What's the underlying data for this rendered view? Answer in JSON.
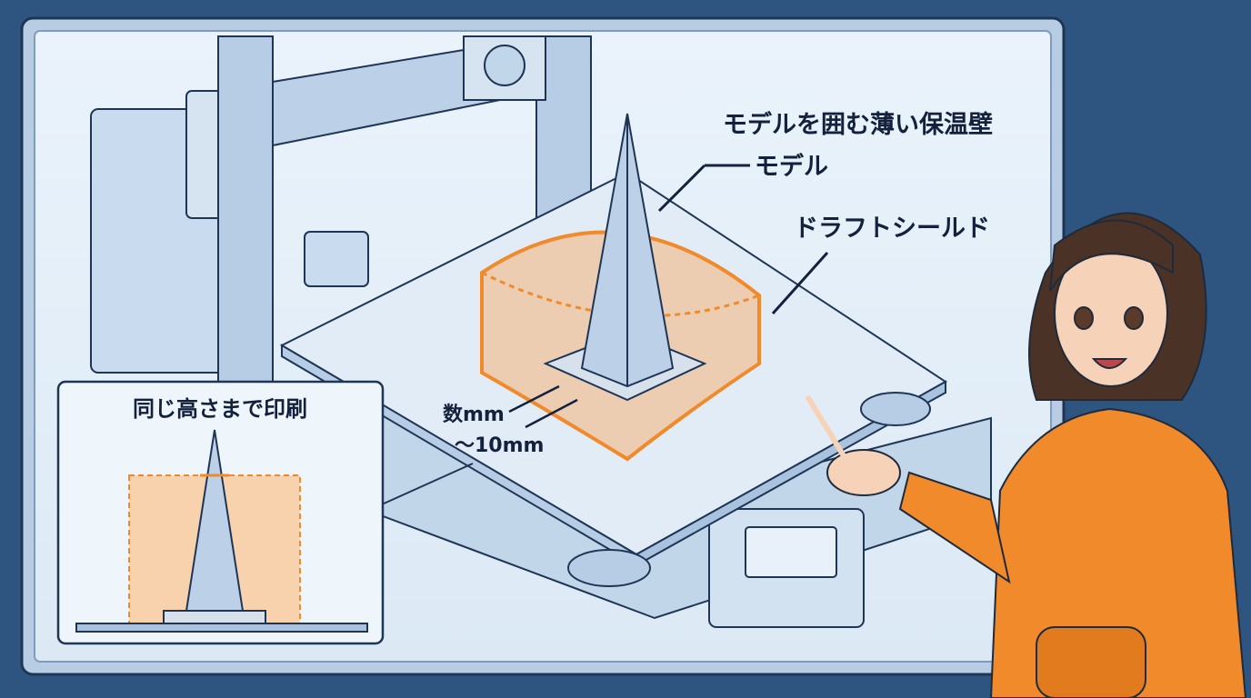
{
  "labels": {
    "caption_top": "モデルを囲む薄い保温壁",
    "model": "モデル",
    "draft_shield": "ドラフトシールド",
    "gap_line1": "数mm",
    "gap_line2": "〜10mm",
    "inset_title": "同じ高さまで印刷"
  },
  "colors": {
    "background": "#2d5580",
    "panel": "#e4eef7",
    "outline": "#1f3556",
    "shield": "#f08a2a",
    "printer": "#c9dbee"
  }
}
